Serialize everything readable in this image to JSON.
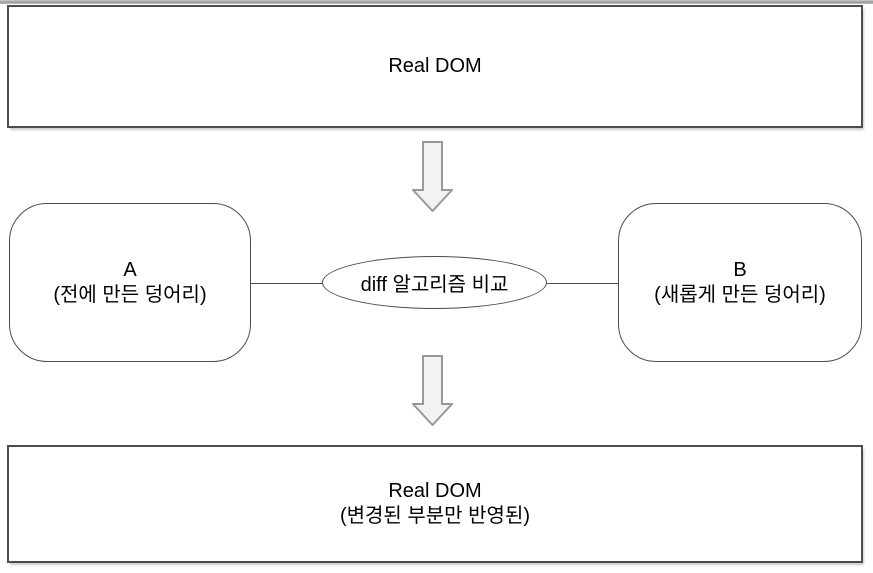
{
  "diagram": {
    "real_dom_top": {
      "label": "Real DOM"
    },
    "chunk_a": {
      "title": "A",
      "subtitle": "(전에 만든 덩어리)"
    },
    "diff_ellipse": {
      "label": "diff 알고리즘 비교"
    },
    "chunk_b": {
      "title": "B",
      "subtitle": "(새롭게 만든 덩어리)"
    },
    "real_dom_bottom": {
      "title": "Real DOM",
      "subtitle": "(변경된 부분만 반영된)"
    },
    "colors": {
      "shape_border": "#4d4d4d",
      "arrow_fill": "#f2f2f2",
      "arrow_stroke": "#999999",
      "text": "#000000",
      "background": "#ffffff"
    }
  }
}
